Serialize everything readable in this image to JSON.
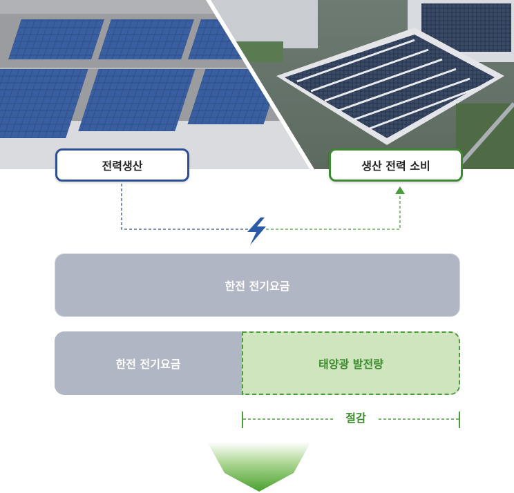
{
  "photos": {
    "left": "rooftop-solar-panels-closeup",
    "right": "aerial-factory-rooftop-solar"
  },
  "flow": {
    "generation_label": "전력생산",
    "consumption_label": "생산 전력 소비",
    "generation_color": "#2d4f94",
    "consumption_color": "#3e8a34",
    "bolt_icon": "lightning-bolt-icon"
  },
  "before": {
    "bill_label": "한전 전기요금"
  },
  "after": {
    "bill_label": "한전 전기요금",
    "solar_label": "태양광 발전량",
    "savings_label": "절감"
  },
  "colors": {
    "bar_gray": "#b0b6c3",
    "solar_fill": "#cfe5bd",
    "solar_border": "#4a9d3b",
    "arrow_green": "#5aa83c"
  }
}
